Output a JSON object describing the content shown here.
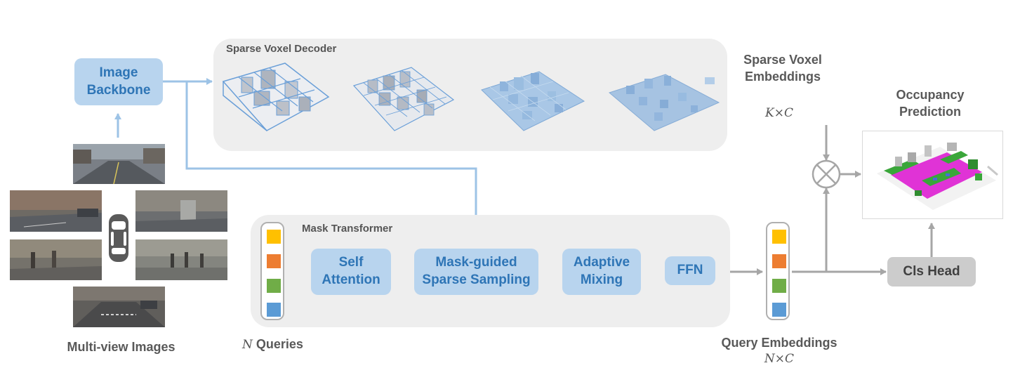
{
  "panels": {
    "decoder_title": "Sparse Voxel Decoder",
    "transformer_title": "Mask Transformer"
  },
  "blocks": {
    "image_backbone": "Image\nBackbone",
    "self_attention": "Self\nAttention",
    "mask_sampling": "Mask-guided\nSparse Sampling",
    "adaptive_mixing": "Adaptive\nMixing",
    "ffn": "FFN",
    "cls_head": "Cls Head"
  },
  "labels": {
    "multiview": "Multi-view Images",
    "sparse_voxel_embeddings": "Sparse Voxel\nEmbeddings",
    "k_times_c": "K×C",
    "occupancy_prediction": "Occupancy\nPrediction",
    "n_symbol": "N",
    "queries": "Queries",
    "query_embeddings": "Query Embeddings",
    "n_times_c": "N×C"
  },
  "query_colors": [
    "#ffc000",
    "#ed7d31",
    "#70ad47",
    "#5b9bd5"
  ],
  "colors": {
    "blue_arrow": "#9dc3e6",
    "gray_arrow": "#a6a6a6",
    "block_fill": "#b8d4ee",
    "block_text": "#2e75b6"
  },
  "icons": {
    "combine": "circled-times-icon",
    "car": "car-top-view-icon"
  }
}
